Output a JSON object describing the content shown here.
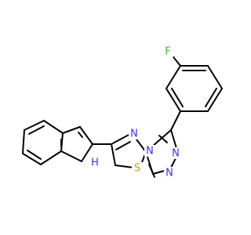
{
  "molecule": {
    "atom_labels": {
      "fluorine": "F",
      "nitrogen_a": "N",
      "nitrogen_b": "N",
      "nitrogen_c": "N",
      "nitrogen_d": "N",
      "sulfur": "S",
      "indole_nh": "H"
    },
    "colors": {
      "bond": "#000000",
      "nitrogen": "#3333ff",
      "sulfur": "#c8a000",
      "fluorine": "#33bb33"
    }
  }
}
